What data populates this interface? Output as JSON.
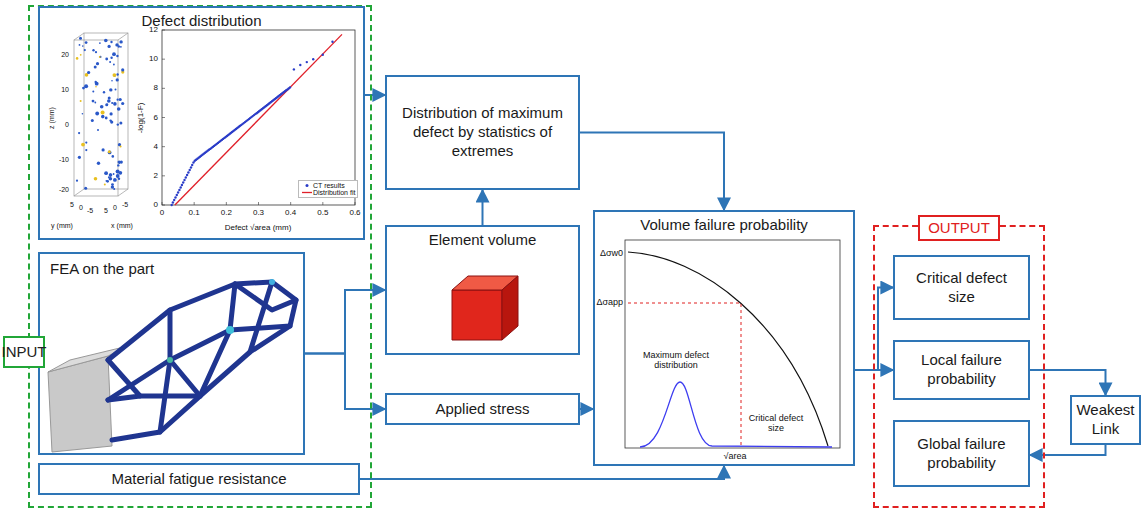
{
  "diagram": {
    "nodes": [
      {
        "text": [
          "INPUT"
        ]
      },
      {
        "text": [
          "Defect distribution"
        ],
        "in": 0
      },
      {
        "text": [
          "FEA on the part"
        ],
        "in": 0
      },
      {
        "text": [
          "Material fatigue resistance"
        ],
        "in": 0
      },
      {
        "text": [
          "Distribution of maximum defect by statistics of extremes"
        ]
      },
      {
        "text": [
          "Element volume"
        ]
      },
      {
        "text": [
          "Applied stress"
        ]
      },
      {
        "text": [
          "Volume failure probability"
        ]
      },
      {
        "text": [
          "OUTPUT"
        ]
      },
      {
        "text": [
          "Critical defect size"
        ],
        "in": 8
      },
      {
        "text": [
          "Local failure probability"
        ],
        "in": 8
      },
      {
        "text": [
          "Global failure probability"
        ],
        "in": 8
      },
      {
        "text": [
          "Weakest Link"
        ]
      }
    ],
    "edges": [
      {
        "from": 1,
        "to": 4,
        "arrow": "to"
      },
      {
        "from": 5,
        "to": 4,
        "arrow": "to"
      },
      {
        "from": 2,
        "to": 5,
        "arrow": "to"
      },
      {
        "from": 2,
        "to": 6,
        "arrow": "to"
      },
      {
        "from": 4,
        "to": 7,
        "arrow": "to"
      },
      {
        "from": 6,
        "to": 7,
        "arrow": "to"
      },
      {
        "from": 3,
        "to": 7,
        "arrow": "to"
      },
      {
        "from": 7,
        "to": 9,
        "arrow": "to"
      },
      {
        "from": 7,
        "to": 10,
        "arrow": "to"
      },
      {
        "from": 10,
        "to": 12,
        "arrow": "to"
      },
      {
        "from": 12,
        "to": 11,
        "arrow": "to"
      }
    ],
    "labels": [
      "20",
      "10",
      "0",
      "-10",
      "-20",
      "z (mm)",
      "y (mm)",
      "5",
      "0",
      "-5",
      "5",
      "0",
      "-5",
      "x (mm)",
      "12",
      "10",
      "8",
      "6",
      "4",
      "2",
      "0",
      "-log(1-F)",
      "0",
      "0.1",
      "0.2",
      "0.3",
      "0.4",
      "0.5",
      "0.6",
      "Defect √area (mm)",
      "Δσw0",
      "Δσapp",
      "Maximum defect distribution",
      "Critical defect size",
      "√area"
    ],
    "legend": [
      {
        "text": "CT results"
      },
      {
        "text": "Distribution fit"
      }
    ]
  }
}
